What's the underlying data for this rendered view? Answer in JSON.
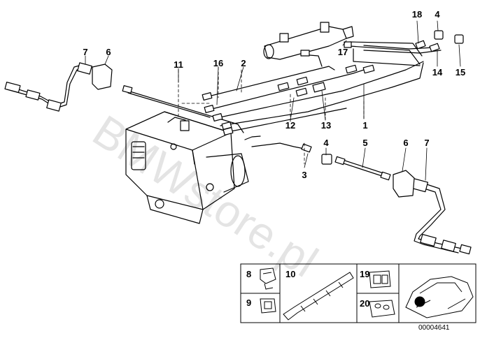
{
  "diagram": {
    "diagram_id": "00004641",
    "watermark": "BMWstore.pl",
    "callouts": [
      "1",
      "2",
      "3",
      "4",
      "4",
      "5",
      "6",
      "6",
      "7",
      "7",
      "11",
      "12",
      "13",
      "14",
      "15",
      "16",
      "17",
      "18"
    ],
    "inset_labels": [
      "8",
      "9",
      "10",
      "19",
      "20"
    ]
  }
}
